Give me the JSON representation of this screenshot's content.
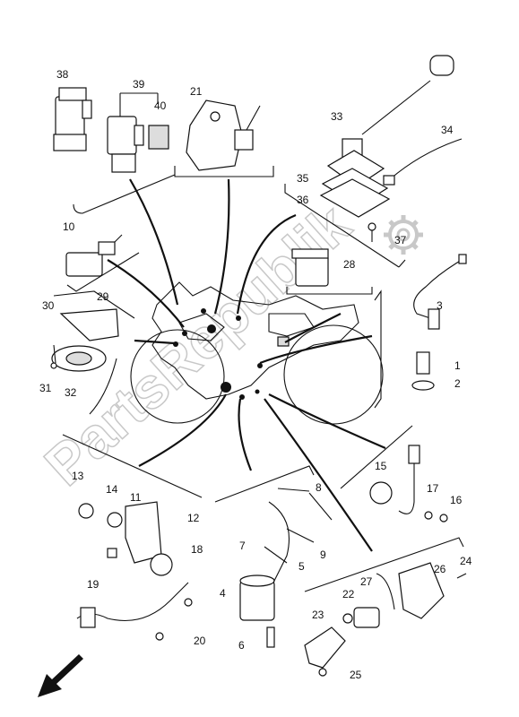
{
  "watermark": "PartsRepublik",
  "callouts": {
    "n1": "1",
    "n2": "2",
    "n3": "3",
    "n4": "4",
    "n5": "5",
    "n6": "6",
    "n7": "7",
    "n8": "8",
    "n9": "9",
    "n10": "10",
    "n11": "11",
    "n12": "12",
    "n13": "13",
    "n14": "14",
    "n15": "15",
    "n16": "16",
    "n17": "17",
    "n18": "18",
    "n19": "19",
    "n20": "20",
    "n21": "21",
    "n22": "22",
    "n23": "23",
    "n24": "24",
    "n25": "25",
    "n26": "26",
    "n27": "27",
    "n28": "28",
    "n29": "29",
    "n30": "30",
    "n31": "31",
    "n32": "32",
    "n33": "33",
    "n34": "34",
    "n35": "35",
    "n36": "36",
    "n37": "37",
    "n38": "38",
    "n39": "39",
    "n40": "40"
  },
  "icons": {
    "direction_arrow": "front-direction-arrow-icon",
    "gear": "gear-watermark-icon"
  }
}
